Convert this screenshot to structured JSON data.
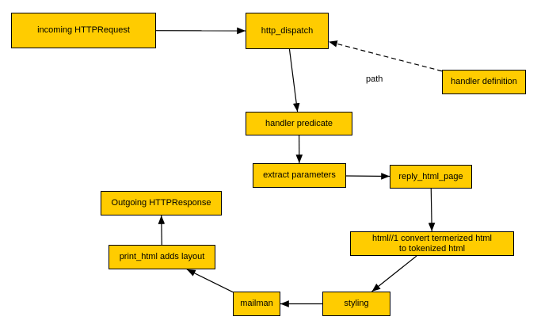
{
  "colors": {
    "node_fill": "#ffcc00",
    "node_border": "#000000",
    "edge": "#000000"
  },
  "nodes": {
    "incoming": "incoming HTTPRequest",
    "dispatch": "http_dispatch",
    "handler_def": "handler definition",
    "predicate": "handler predicate",
    "extract": "extract parameters",
    "reply": "reply_html_page",
    "convert": "html//1 convert termerized html\nto tokenized html",
    "styling": "styling",
    "mailman": "mailman",
    "print": "print_html adds layout",
    "outgoing": "Outgoing HTTPResponse"
  },
  "labels": {
    "path": "path"
  },
  "edges": [
    {
      "from": "incoming",
      "to": "dispatch",
      "style": "solid"
    },
    {
      "from": "handler_def",
      "to": "dispatch",
      "style": "dashed"
    },
    {
      "from": "dispatch",
      "to": "predicate",
      "style": "solid"
    },
    {
      "from": "predicate",
      "to": "extract",
      "style": "solid"
    },
    {
      "from": "extract",
      "to": "reply",
      "style": "solid"
    },
    {
      "from": "reply",
      "to": "convert",
      "style": "solid"
    },
    {
      "from": "convert",
      "to": "styling",
      "style": "solid"
    },
    {
      "from": "styling",
      "to": "mailman",
      "style": "solid"
    },
    {
      "from": "mailman",
      "to": "print",
      "style": "solid"
    },
    {
      "from": "print",
      "to": "outgoing",
      "style": "solid"
    }
  ]
}
